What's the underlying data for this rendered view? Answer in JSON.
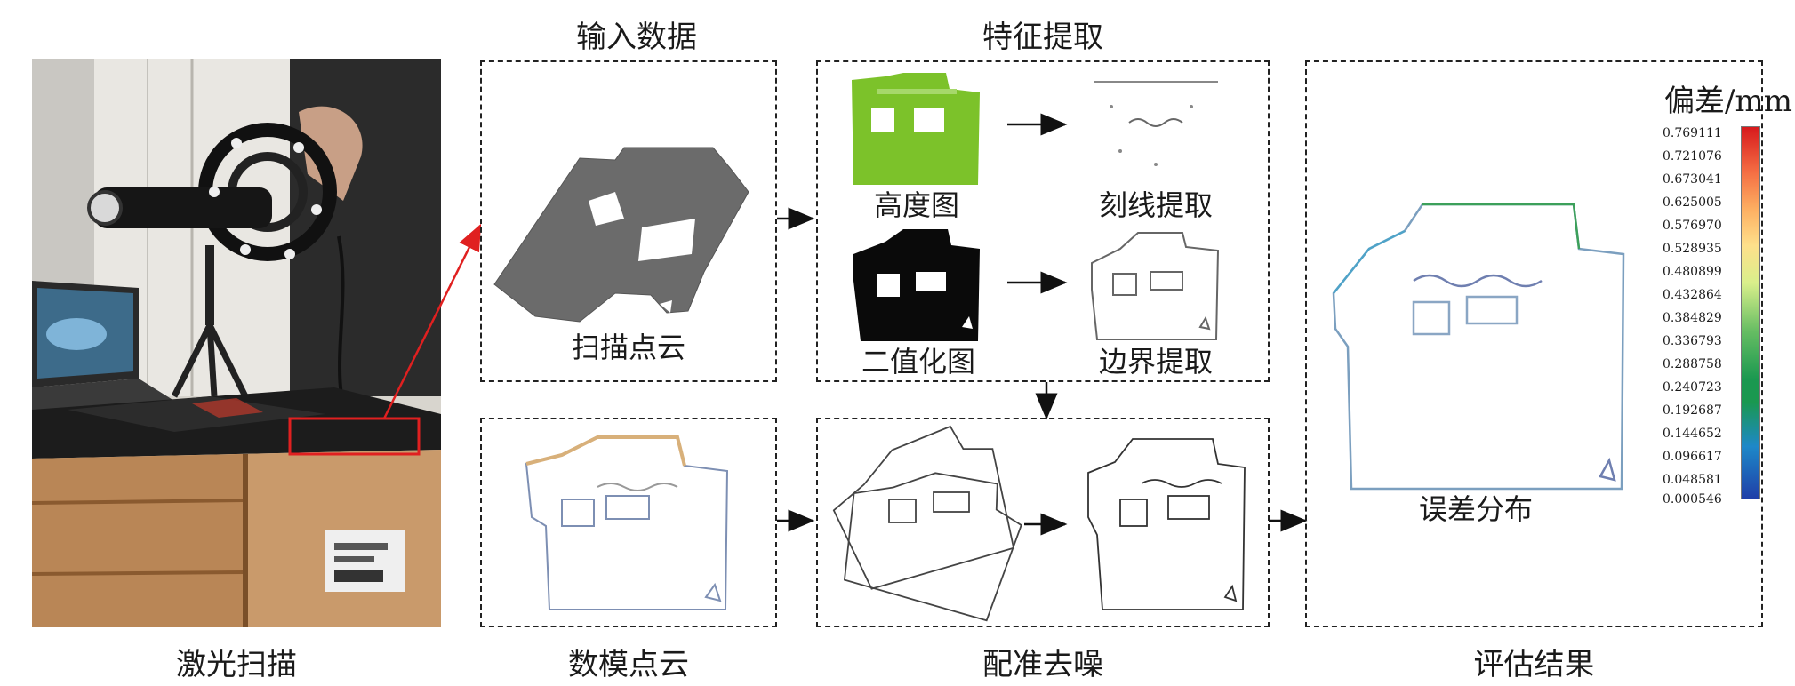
{
  "captions": {
    "laser_scan": "激光扫描",
    "input_data": "输入数据",
    "feature_extract": "特征提取",
    "cad_cloud": "数模点云",
    "register_denoise": "配准去噪",
    "eval_result": "评估结果"
  },
  "labels": {
    "scan_cloud": "扫描点云",
    "height_map": "高度图",
    "scribe_extract": "刻线提取",
    "binary_map": "二值化图",
    "boundary_extract": "边界提取",
    "error_dist": "误差分布"
  },
  "legend": {
    "title": "偏差/mm",
    "ticks": [
      "0.769111",
      "0.721076",
      "0.673041",
      "0.625005",
      "0.576970",
      "0.528935",
      "0.480899",
      "0.432864",
      "0.384829",
      "0.336793",
      "0.288758",
      "0.240723",
      "0.192687",
      "0.144652",
      "0.096617",
      "0.048581",
      "0.000546"
    ]
  },
  "colors": {
    "arrow": "#111111",
    "highlight": "#e02020",
    "height_map": "#7cc22a",
    "scan_gray": "#6b6b6b"
  }
}
